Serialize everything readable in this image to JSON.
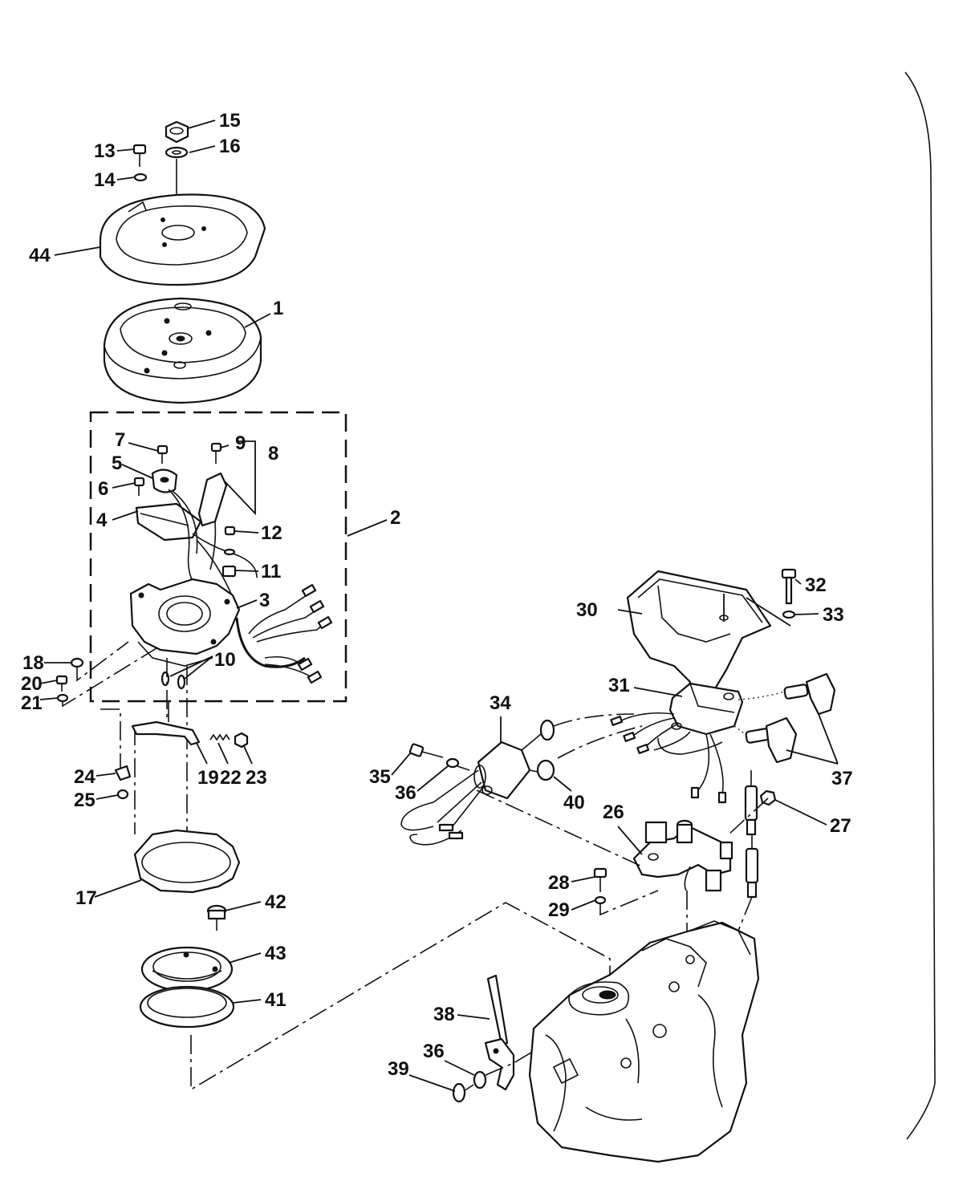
{
  "callouts": [
    "1",
    "2",
    "3",
    "4",
    "5",
    "6",
    "7",
    "8",
    "9",
    "10",
    "11",
    "12",
    "13",
    "14",
    "15",
    "16",
    "17",
    "18",
    "19",
    "20",
    "21",
    "22",
    "23",
    "24",
    "25",
    "26",
    "27",
    "28",
    "29",
    "30",
    "31",
    "32",
    "33",
    "34",
    "35",
    "36",
    "37",
    "38",
    "39",
    "40",
    "41",
    "42",
    "43",
    "44"
  ],
  "icons": {
    "flywheel": "flywheel-icon",
    "stator": "stator-plate-icon",
    "switch_box": "switch-box-icon",
    "ignition_coil": "ignition-coil-icon",
    "spark_plug": "spark-plug-icon",
    "powerhead": "powerhead-block-icon"
  },
  "colors": {
    "ink": "#111111",
    "paper": "#ffffff"
  }
}
